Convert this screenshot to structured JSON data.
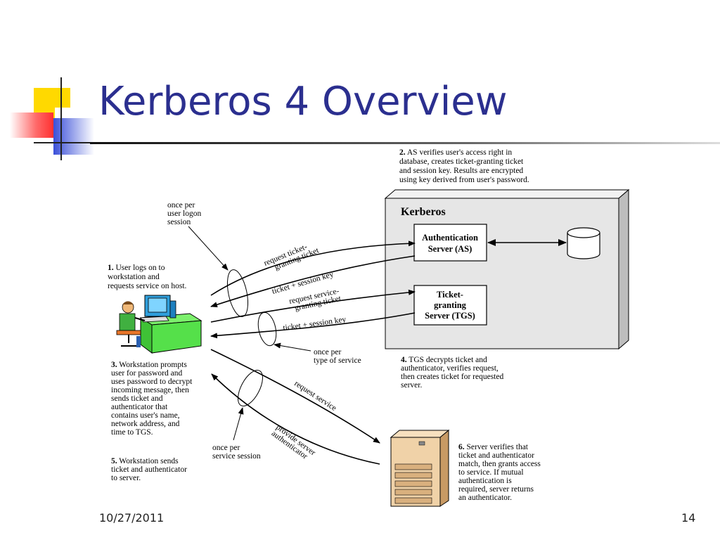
{
  "slide": {
    "title": "Kerberos 4 Overview",
    "date": "10/27/2011",
    "page_number": "14"
  },
  "diagram": {
    "kerberos_label": "Kerberos",
    "as_box": [
      "Authentication",
      "Server (AS)"
    ],
    "tgs_box": [
      "Ticket-",
      "granting",
      "Server (TGS)"
    ],
    "arrows": {
      "request_tgt": [
        "request ticket-",
        "granting ticket"
      ],
      "ticket_session_key_1": "ticket + session key",
      "request_service_ticket": [
        "request service-",
        "granting ticket"
      ],
      "ticket_session_key_2": "ticket + session key",
      "request_service": "request service",
      "provide_authenticator": [
        "provide server",
        "authenticator"
      ]
    },
    "frequency_labels": {
      "logon": [
        "once per",
        "user logon",
        "session"
      ],
      "service_type": [
        "once per",
        "type of service"
      ],
      "service_session": [
        "once per",
        "service session"
      ]
    },
    "steps": {
      "step1": {
        "num": "1.",
        "lines": [
          "User logs on to",
          "workstation and",
          "requests service on host."
        ]
      },
      "step2": {
        "num": "2.",
        "lines": [
          "AS verifies user's access right in",
          "database, creates ticket-granting ticket",
          "and session key. Results are encrypted",
          "using key derived from user's password."
        ]
      },
      "step3": {
        "num": "3.",
        "lines": [
          "Workstation prompts",
          "user for password and",
          "uses password to decrypt",
          "incoming message, then",
          "sends ticket and",
          "authenticator that",
          "contains user's name,",
          "network address, and",
          "time to TGS."
        ]
      },
      "step4": {
        "num": "4.",
        "lines": [
          "TGS decrypts ticket and",
          "authenticator, verifies request,",
          "then creates ticket for requested",
          "server."
        ]
      },
      "step5": {
        "num": "5.",
        "lines": [
          "Workstation sends",
          "ticket and authenticator",
          "to server."
        ]
      },
      "step6": {
        "num": "6.",
        "lines": [
          "Server verifies that",
          "ticket and authenticator",
          "match, then grants access",
          "to service. If mutual",
          "authentication is",
          "required, server returns",
          "an authenticator."
        ]
      }
    }
  },
  "colors": {
    "title": "#2b2f8f",
    "kerberos_panel": "#e6e6e6",
    "workstation_desk": "#55e04a",
    "server": "#f0d2a8",
    "logo_yellow": "#ffd900",
    "logo_blue": "#3a4fd8",
    "logo_red": "#ff5a5a"
  }
}
